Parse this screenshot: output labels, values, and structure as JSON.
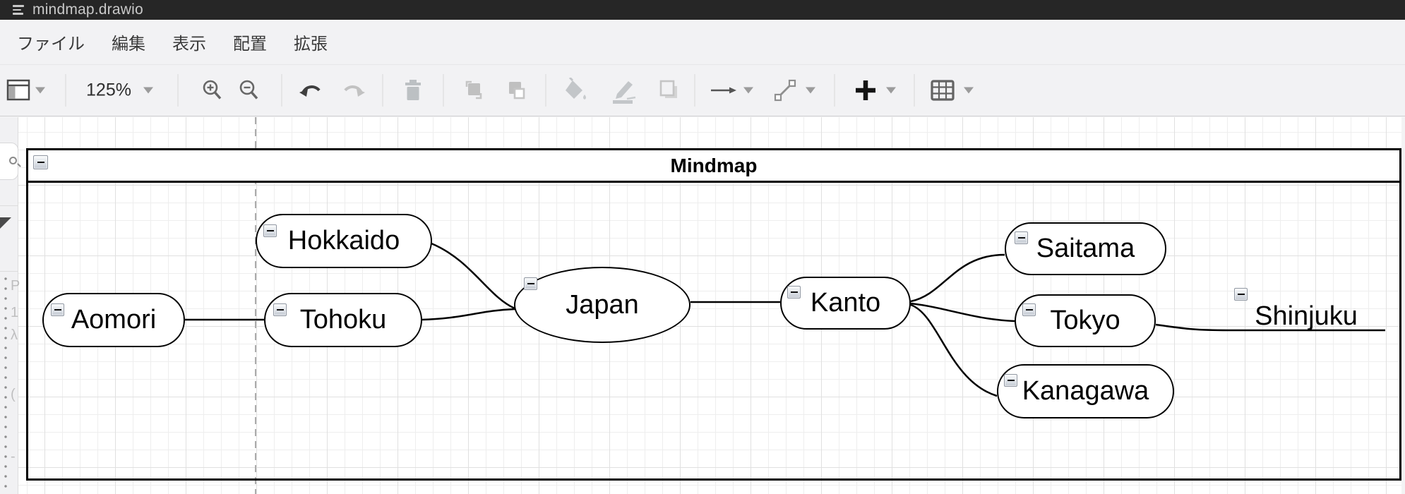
{
  "window": {
    "title": "mindmap.drawio"
  },
  "menu": {
    "items": [
      "ファイル",
      "編集",
      "表示",
      "配置",
      "拡張"
    ]
  },
  "toolbar": {
    "zoom_level": "125%",
    "buttons": [
      {
        "name": "view",
        "enabled": true
      },
      {
        "name": "zoom-dropdown",
        "enabled": true
      },
      {
        "name": "zoom-in",
        "enabled": true
      },
      {
        "name": "zoom-out",
        "enabled": true
      },
      {
        "name": "undo",
        "enabled": true
      },
      {
        "name": "redo",
        "enabled": false
      },
      {
        "name": "delete",
        "enabled": false
      },
      {
        "name": "to-front",
        "enabled": false
      },
      {
        "name": "to-back",
        "enabled": false
      },
      {
        "name": "fill-color",
        "enabled": false
      },
      {
        "name": "line-color",
        "enabled": false
      },
      {
        "name": "shadow",
        "enabled": false
      },
      {
        "name": "connection",
        "enabled": true
      },
      {
        "name": "waypoints",
        "enabled": true
      },
      {
        "name": "insert",
        "enabled": true
      },
      {
        "name": "table",
        "enabled": true
      }
    ]
  },
  "diagram": {
    "title": "Mindmap",
    "nodes": [
      {
        "label": "Hokkaido"
      },
      {
        "label": "Aomori"
      },
      {
        "label": "Tohoku"
      },
      {
        "label": "Japan"
      },
      {
        "label": "Kanto"
      },
      {
        "label": "Saitama"
      },
      {
        "label": "Tokyo"
      },
      {
        "label": "Kanagawa"
      },
      {
        "label": "Shinjuku"
      }
    ],
    "edges": [
      {
        "from": "Aomori",
        "to": "Tohoku"
      },
      {
        "from": "Tohoku",
        "to": "Japan"
      },
      {
        "from": "Hokkaido",
        "to": "Japan"
      },
      {
        "from": "Japan",
        "to": "Kanto"
      },
      {
        "from": "Kanto",
        "to": "Saitama"
      },
      {
        "from": "Kanto",
        "to": "Tokyo"
      },
      {
        "from": "Kanto",
        "to": "Kanagawa"
      },
      {
        "from": "Tokyo",
        "to": "Shinjuku"
      }
    ],
    "structure": {
      "root": "Japan",
      "children": {
        "Japan": [
          "Hokkaido",
          "Tohoku",
          "Kanto"
        ],
        "Tohoku": [
          "Aomori"
        ],
        "Kanto": [
          "Saitama",
          "Tokyo",
          "Kanagawa"
        ],
        "Tokyo": [
          "Shinjuku"
        ]
      }
    }
  }
}
